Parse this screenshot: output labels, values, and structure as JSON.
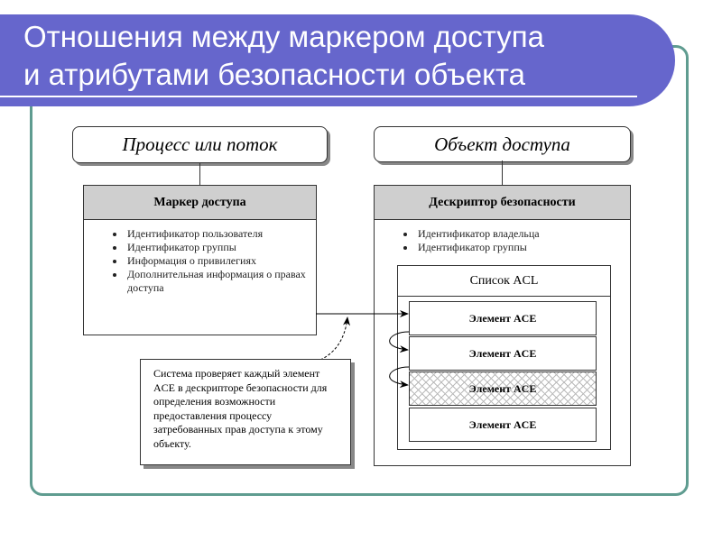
{
  "title": {
    "line1": "Отношения между маркером доступа",
    "line2": "и атрибутами безопасности объекта"
  },
  "process": {
    "label": "Процесс или поток"
  },
  "token": {
    "header": "Маркер доступа",
    "items": [
      "Идентификатор пользователя",
      "Идентификатор группы",
      "Информация о привилегиях",
      "Дополнительная информация о правах доступа"
    ]
  },
  "object": {
    "label": "Объект доступа"
  },
  "descriptor": {
    "header": "Дескриптор безопасности",
    "items": [
      "Идентификатор владельца",
      "Идентификатор группы"
    ]
  },
  "acl": {
    "header": "Список ACL",
    "entries": [
      "Элемент ACE",
      "Элемент ACE",
      "Элемент ACE",
      "Элемент ACE"
    ]
  },
  "note": {
    "text": "Система проверяет каждый элемент ACE в дескрипторе безопасности для определения возможности предоставления процессу затребованных прав доступа к этому объекту."
  },
  "colors": {
    "banner": "#6666cc",
    "frame": "#5f9c90"
  }
}
